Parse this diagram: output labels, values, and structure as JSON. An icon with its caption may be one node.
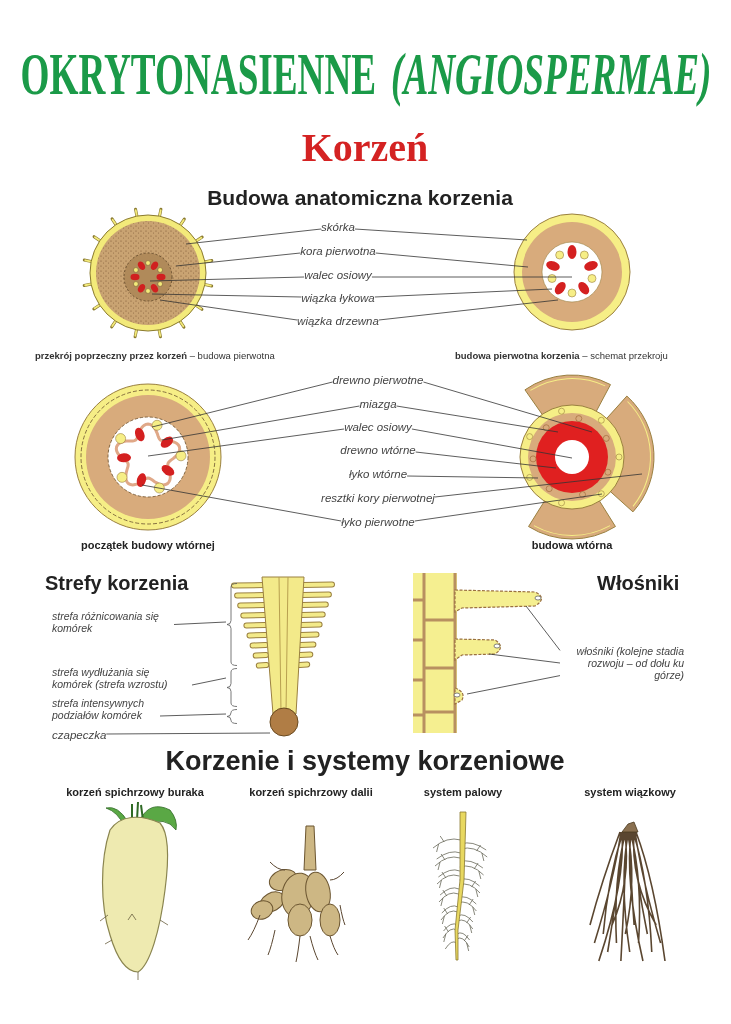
{
  "diagram": {
    "title": "OKRYTONASIENNE *(ANGIOSPERMAE)*",
    "nodes": [
      {
        "text": [
          "skórka"
        ]
      },
      {
        "text": [
          "kora pierwotna"
        ]
      },
      {
        "text": [
          "walec osiowy"
        ]
      },
      {
        "text": [
          "wiązka łykowa"
        ]
      },
      {
        "text": [
          "wiązka drzewna"
        ]
      },
      {
        "text": [
          "drewno pierwotne"
        ]
      },
      {
        "text": [
          "miazga"
        ]
      },
      {
        "text": [
          "walec osiowy"
        ]
      },
      {
        "text": [
          "drewno wtórne"
        ]
      },
      {
        "text": [
          "łyko wtórne"
        ]
      },
      {
        "text": [
          "resztki kory pierwotnej"
        ]
      },
      {
        "text": [
          "łyko pierwotne"
        ]
      },
      {
        "text": [
          "strefa różnicowania się komórek"
        ]
      },
      {
        "text": [
          "strefa wydłużania się komórek (strefa wzrostu)"
        ]
      },
      {
        "text": [
          "strefa intensywnych podziałów komórek"
        ]
      },
      {
        "text": [
          "czapeczka"
        ]
      },
      {
        "text": [
          "włośniki (kolejne stadia rozwoju – od dołu ku górze)"
        ]
      },
      {
        "text": [],
        "shape": "bracket"
      },
      {
        "text": [],
        "shape": "bracket"
      },
      {
        "text": [],
        "shape": "bracket"
      }
    ],
    "edges": [
      {
        "from": 0,
        "to": null,
        "arrow": "none"
      },
      {
        "from": 0,
        "to": null,
        "arrow": "none"
      },
      {
        "from": 1,
        "to": null,
        "arrow": "none"
      },
      {
        "from": 1,
        "to": null,
        "arrow": "none"
      },
      {
        "from": 2,
        "to": null,
        "arrow": "none"
      },
      {
        "from": 2,
        "to": null,
        "arrow": "none"
      },
      {
        "from": 3,
        "to": null,
        "arrow": "none"
      },
      {
        "from": 3,
        "to": null,
        "arrow": "none"
      },
      {
        "from": 4,
        "to": null,
        "arrow": "none"
      },
      {
        "from": 4,
        "to": null,
        "arrow": "none"
      },
      {
        "from": 5,
        "to": null,
        "arrow": "none"
      },
      {
        "from": 5,
        "to": null,
        "arrow": "none"
      },
      {
        "from": 6,
        "to": null,
        "arrow": "none"
      },
      {
        "from": 6,
        "to": null,
        "arrow": "none"
      },
      {
        "from": 7,
        "to": null,
        "arrow": "none"
      },
      {
        "from": 7,
        "to": null,
        "arrow": "none"
      },
      {
        "from": 8,
        "to": null,
        "arrow": "none"
      },
      {
        "from": 9,
        "to": null,
        "arrow": "none"
      },
      {
        "from": 10,
        "to": null,
        "arrow": "none"
      },
      {
        "from": 11,
        "to": null,
        "arrow": "none"
      },
      {
        "from": 11,
        "to": null,
        "arrow": "none"
      },
      {
        "from": 12,
        "to": 17,
        "arrow": "none"
      },
      {
        "from": 13,
        "to": 18,
        "arrow": "none"
      },
      {
        "from": 14,
        "to": 19,
        "arrow": "none"
      },
      {
        "from": 15,
        "to": null,
        "arrow": "none"
      },
      {
        "from": 16,
        "to": null,
        "arrow": "none"
      },
      {
        "from": 16,
        "to": null,
        "arrow": "none"
      },
      {
        "from": 16,
        "to": null,
        "arrow": "none"
      }
    ],
    "labels": [
      "Korzeń",
      "Budowa anatomiczna korzenia",
      "**przekrój poprzeczny przez korzeń** – budowa pierwotna",
      "**budowa pierwotna korzenia** – schemat przekroju",
      "początek budowy wtórnej",
      "budowa wtórna",
      "Strefy korzenia",
      "Włośniki",
      "Korzenie i systemy korzeniowe",
      "korzeń spichrzowy buraka",
      "korzeń spichrzowy dalii",
      "system palowy",
      "system wiązkowy"
    ]
  }
}
